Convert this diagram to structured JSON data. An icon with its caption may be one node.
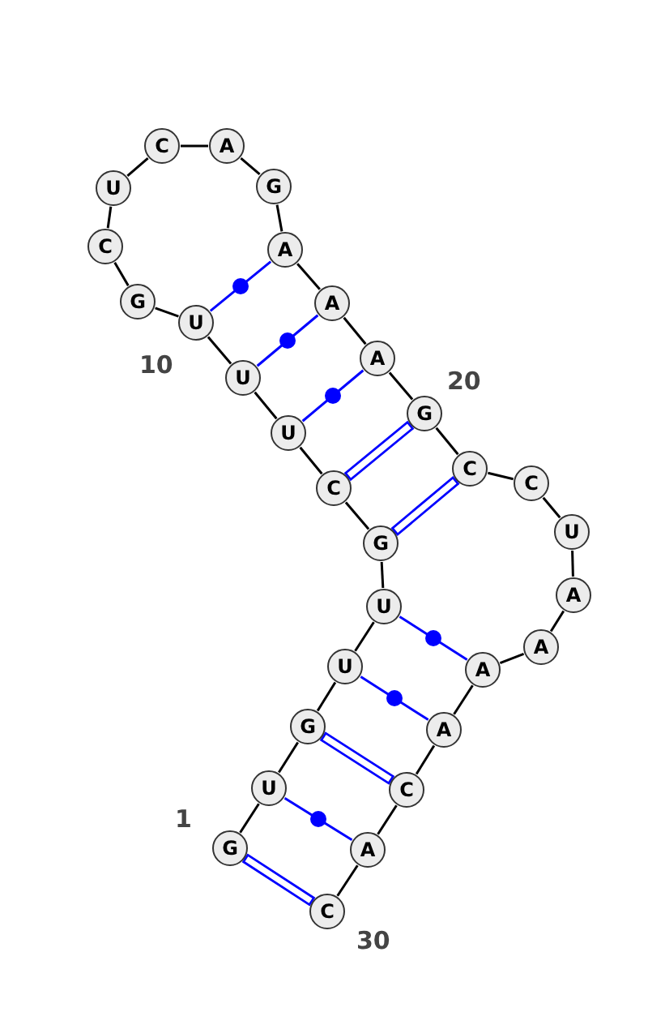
{
  "diagram": {
    "nodes": [
      {
        "text": [
          "G"
        ]
      },
      {
        "text": [
          "U"
        ]
      },
      {
        "text": [
          "G"
        ]
      },
      {
        "text": [
          "U"
        ]
      },
      {
        "text": [
          "U"
        ]
      },
      {
        "text": [
          "G"
        ]
      },
      {
        "text": [
          "C"
        ]
      },
      {
        "text": [
          "U"
        ]
      },
      {
        "text": [
          "U"
        ]
      },
      {
        "text": [
          "U"
        ]
      },
      {
        "text": [
          "G"
        ]
      },
      {
        "text": [
          "C"
        ]
      },
      {
        "text": [
          "U"
        ]
      },
      {
        "text": [
          "C"
        ]
      },
      {
        "text": [
          "A"
        ]
      },
      {
        "text": [
          "G"
        ]
      },
      {
        "text": [
          "A"
        ]
      },
      {
        "text": [
          "A"
        ]
      },
      {
        "text": [
          "A"
        ]
      },
      {
        "text": [
          "G"
        ]
      },
      {
        "text": [
          "C"
        ]
      },
      {
        "text": [
          "C"
        ]
      },
      {
        "text": [
          "U"
        ]
      },
      {
        "text": [
          "A"
        ]
      },
      {
        "text": [
          "A"
        ]
      },
      {
        "text": [
          "A"
        ]
      },
      {
        "text": [
          "A"
        ]
      },
      {
        "text": [
          "C"
        ]
      },
      {
        "text": [
          "A"
        ]
      },
      {
        "text": [
          "C"
        ]
      }
    ],
    "edges": [
      {
        "from": 0,
        "to": 1,
        "arrow": "none"
      },
      {
        "from": 1,
        "to": 2,
        "arrow": "none"
      },
      {
        "from": 2,
        "to": 3,
        "arrow": "none"
      },
      {
        "from": 3,
        "to": 4,
        "arrow": "none"
      },
      {
        "from": 4,
        "to": 5,
        "arrow": "none"
      },
      {
        "from": 5,
        "to": 6,
        "arrow": "none"
      },
      {
        "from": 6,
        "to": 7,
        "arrow": "none"
      },
      {
        "from": 7,
        "to": 8,
        "arrow": "none"
      },
      {
        "from": 8,
        "to": 9,
        "arrow": "none"
      },
      {
        "from": 9,
        "to": 10,
        "arrow": "none"
      },
      {
        "from": 10,
        "to": 11,
        "arrow": "none"
      },
      {
        "from": 11,
        "to": 12,
        "arrow": "none"
      },
      {
        "from": 12,
        "to": 13,
        "arrow": "none"
      },
      {
        "from": 13,
        "to": 14,
        "arrow": "none"
      },
      {
        "from": 14,
        "to": 15,
        "arrow": "none"
      },
      {
        "from": 15,
        "to": 16,
        "arrow": "none"
      },
      {
        "from": 16,
        "to": 17,
        "arrow": "none"
      },
      {
        "from": 17,
        "to": 18,
        "arrow": "none"
      },
      {
        "from": 18,
        "to": 19,
        "arrow": "none"
      },
      {
        "from": 19,
        "to": 20,
        "arrow": "none"
      },
      {
        "from": 20,
        "to": 21,
        "arrow": "none"
      },
      {
        "from": 21,
        "to": 22,
        "arrow": "none"
      },
      {
        "from": 22,
        "to": 23,
        "arrow": "none"
      },
      {
        "from": 23,
        "to": 24,
        "arrow": "none"
      },
      {
        "from": 24,
        "to": 25,
        "arrow": "none"
      },
      {
        "from": 25,
        "to": 26,
        "arrow": "none"
      },
      {
        "from": 26,
        "to": 27,
        "arrow": "none"
      },
      {
        "from": 27,
        "to": 28,
        "arrow": "none"
      },
      {
        "from": 28,
        "to": 29,
        "arrow": "none"
      },
      {
        "from": 0,
        "to": 29,
        "arrow": "none",
        "style": "thick",
        "color": "#0000ff"
      },
      {
        "from": 1,
        "to": 28,
        "arrow": "none",
        "color": "#0000ff"
      },
      {
        "from": 2,
        "to": 27,
        "arrow": "none",
        "style": "thick",
        "color": "#0000ff"
      },
      {
        "from": 3,
        "to": 26,
        "arrow": "none",
        "color": "#0000ff"
      },
      {
        "from": 4,
        "to": 25,
        "arrow": "none",
        "color": "#0000ff"
      },
      {
        "from": 5,
        "to": 20,
        "arrow": "none",
        "style": "thick",
        "color": "#0000ff"
      },
      {
        "from": 6,
        "to": 19,
        "arrow": "none",
        "style": "thick",
        "color": "#0000ff"
      },
      {
        "from": 7,
        "to": 18,
        "arrow": "none",
        "color": "#0000ff"
      },
      {
        "from": 8,
        "to": 17,
        "arrow": "none",
        "color": "#0000ff"
      },
      {
        "from": 9,
        "to": 16,
        "arrow": "none",
        "color": "#0000ff"
      }
    ],
    "labels": [
      "1",
      "10",
      "20",
      "30"
    ]
  }
}
